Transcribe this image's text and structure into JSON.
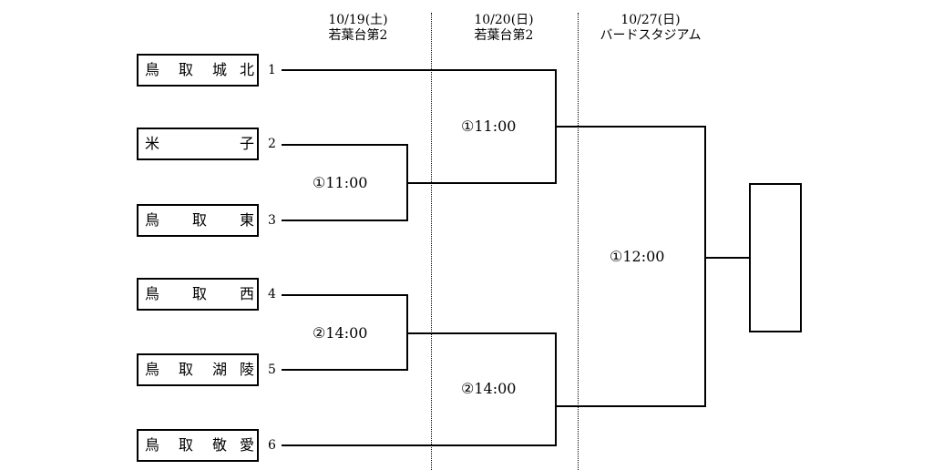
{
  "rounds": [
    {
      "date": "10/19(土)",
      "venue": "若葉台第2"
    },
    {
      "date": "10/20(日)",
      "venue": "若葉台第2"
    },
    {
      "date": "10/27(日)",
      "venue": "バードスタジアム"
    }
  ],
  "teams": [
    {
      "seed": "1",
      "chars": [
        "鳥",
        "取",
        "城",
        "北"
      ]
    },
    {
      "seed": "2",
      "chars": [
        "米",
        "",
        "",
        "子"
      ]
    },
    {
      "seed": "3",
      "chars": [
        "鳥",
        "取",
        "",
        "東"
      ]
    },
    {
      "seed": "4",
      "chars": [
        "鳥",
        "取",
        "",
        "西"
      ]
    },
    {
      "seed": "5",
      "chars": [
        "鳥",
        "取",
        "湖",
        "陵"
      ]
    },
    {
      "seed": "6",
      "chars": [
        "鳥",
        "取",
        "敬",
        "愛"
      ]
    }
  ],
  "matches": {
    "r1_top": "①11:00",
    "r1_bottom": "②14:00",
    "r2_top": "①11:00",
    "r2_bottom": "②14:00",
    "final": "①12:00"
  }
}
